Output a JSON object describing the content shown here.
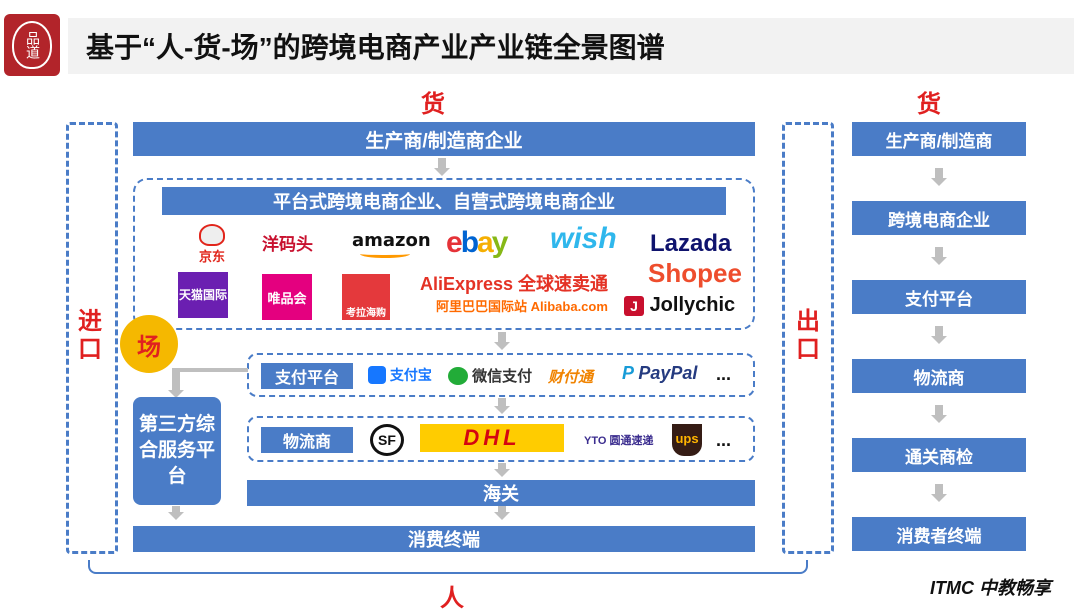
{
  "header": {
    "title": "基于“人-货-场”的跨境电商产业产业链全景图谱",
    "seal_text": "品道"
  },
  "labels": {
    "goods_top": "货",
    "goods_right": "货",
    "import": "进口",
    "export": "出口",
    "place": "场",
    "people": "人"
  },
  "main": {
    "manufacturer": "生产商/制造商企业",
    "platform_title": "平台式跨境电商企业、自营式跨境电商企业",
    "payment_label": "支付平台",
    "logistics_label": "物流商",
    "third_party": "第三方综合服务平台",
    "customs": "海关",
    "consumer": "消费终端",
    "more_payment": "...",
    "more_logistics": "..."
  },
  "platform_logos": {
    "jd": "京东",
    "yangmatou": "洋码头",
    "amazon": "amazon",
    "ebay": "ebay",
    "wish": "wish",
    "lazada": "Lazada",
    "tmall": "天猫国际",
    "vip": "唯品会",
    "kaola": "考拉海购",
    "aliexpress": "AliExpress 全球速卖通",
    "shopee": "Shopee",
    "alibaba": "阿里巴巴国际站 Alibaba.com",
    "jollychic": "Jollychic"
  },
  "payment_logos": {
    "alipay": "支付宝",
    "wechat": "微信支付",
    "caifutong": "财付通",
    "paypal": "PayPal"
  },
  "logistics_logos": {
    "sf": "SF",
    "dhl": "DHL",
    "yto": "YTO 圆通速递",
    "ups": "ups"
  },
  "right_chain": [
    "生产商/制造商",
    "跨境电商企业",
    "支付平台",
    "物流商",
    "通关商检",
    "消费者终端"
  ],
  "brand": {
    "name": "ITMC 中教畅享"
  },
  "colors": {
    "accent_blue": "#4a7cc7",
    "red": "#e02020",
    "place_circle": "#f5b800"
  }
}
